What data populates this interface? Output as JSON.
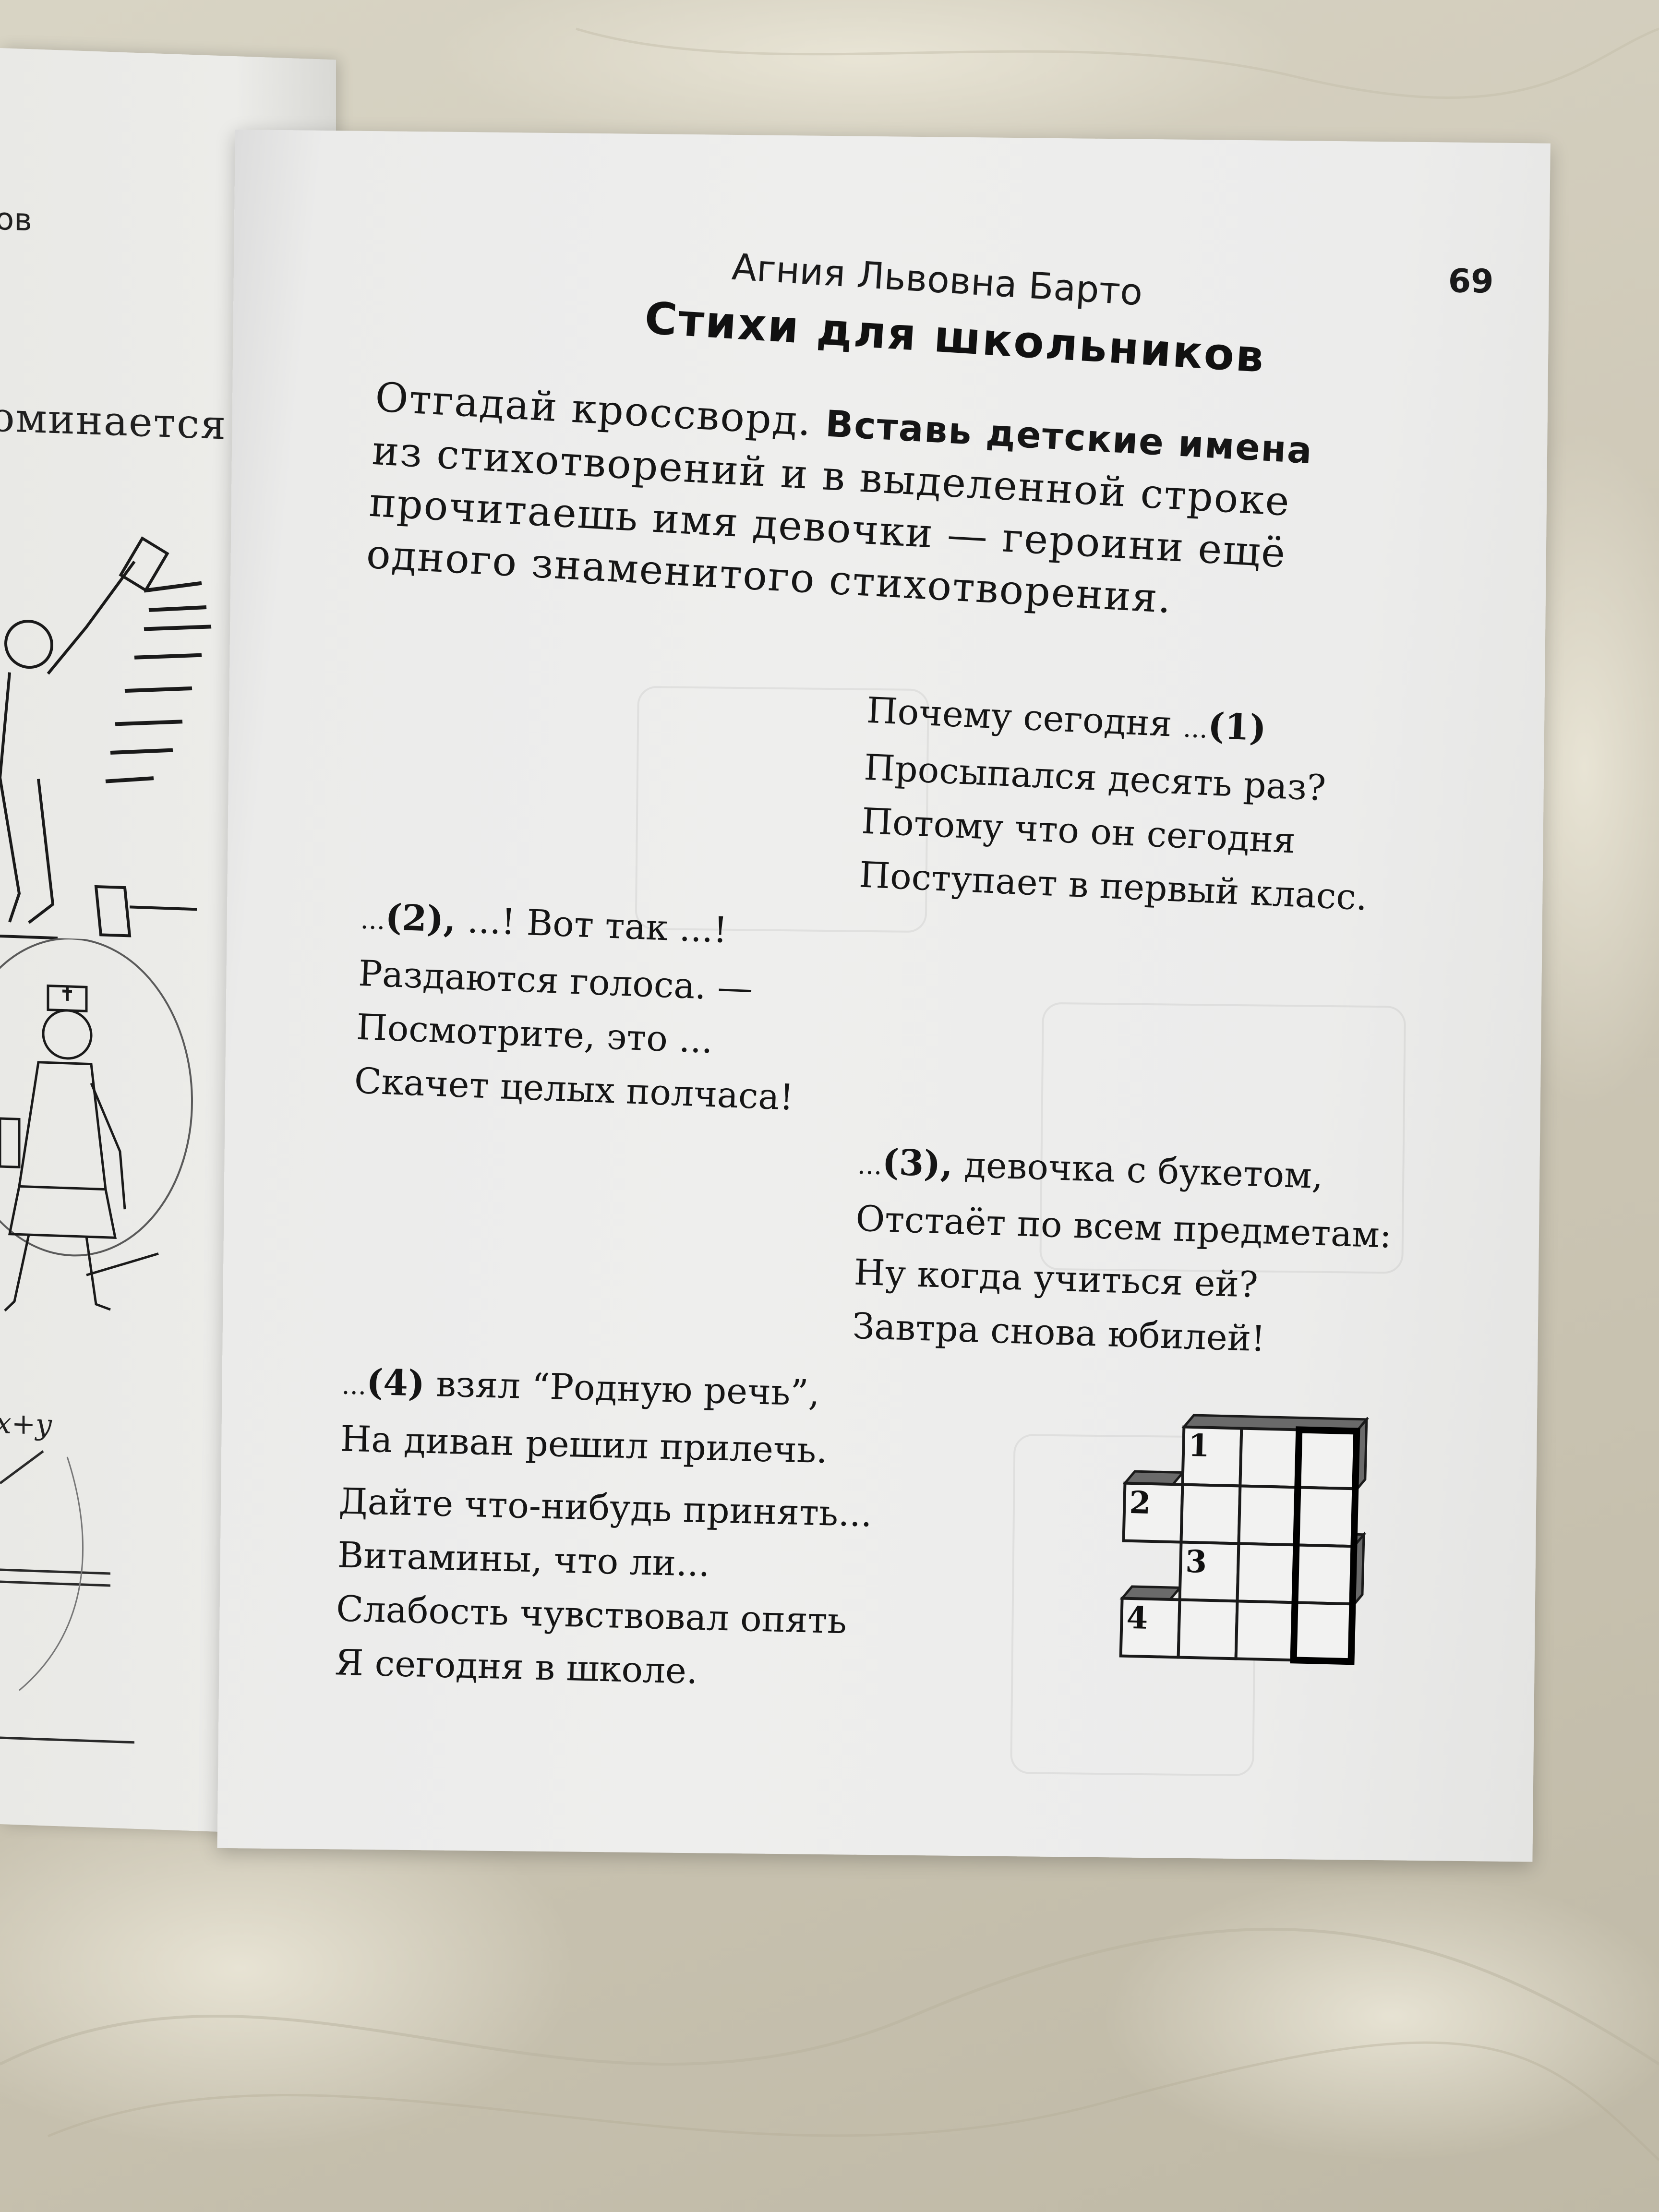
{
  "left_page": {
    "fragments": [
      "ов",
      "оминается"
    ],
    "formula": "x+y"
  },
  "page": {
    "number": "69",
    "author": "Агния Львовна Барто",
    "title": "Стихи для школьников"
  },
  "intro": {
    "line1_plain": "Отгадай кроссворд. ",
    "line1_bold": "Вставь детские имена",
    "line2": "из стихотворений и в выделенной строке",
    "line3": "прочитаешь имя девочки — героини ещё",
    "line4": "одного  знаменитого  стихотворения."
  },
  "poems": {
    "p1": {
      "line1_text": "Почему сегодня ",
      "dots": "...",
      "num": "(1)",
      "line2": "Просыпался десять раз?",
      "line3": "Потому что  он сегодня",
      "line4": "Поступает в первый класс."
    },
    "p2": {
      "dots1": "...",
      "num": "(2),",
      "rest": "  ...! Вот так ...!",
      "line2": "Раздаются голоса. —",
      "line3": "Посмотрите, это ...",
      "line4": "Скачет целых полчаса!"
    },
    "p3": {
      "dots": "...",
      "num": "(3),",
      "rest": "  девочка с букетом,",
      "line2": "Отстаёт по  всем предметам:",
      "line3": "Ну когда учиться ей?",
      "line4": "Завтра снова юбилей!"
    },
    "p4": {
      "dots": "...",
      "num": "(4)",
      "rest": " взял “Родную речь”,",
      "line2": "На диван решил прилечь.",
      "line3": "Дайте что-нибудь принять...",
      "line4": "Витамины, что ли...",
      "line5": "Слабость чувствовал опять",
      "line6": "Я сегодня в школе."
    }
  },
  "crossword": {
    "clue_numbers": [
      "1",
      "2",
      "3",
      "4"
    ]
  }
}
